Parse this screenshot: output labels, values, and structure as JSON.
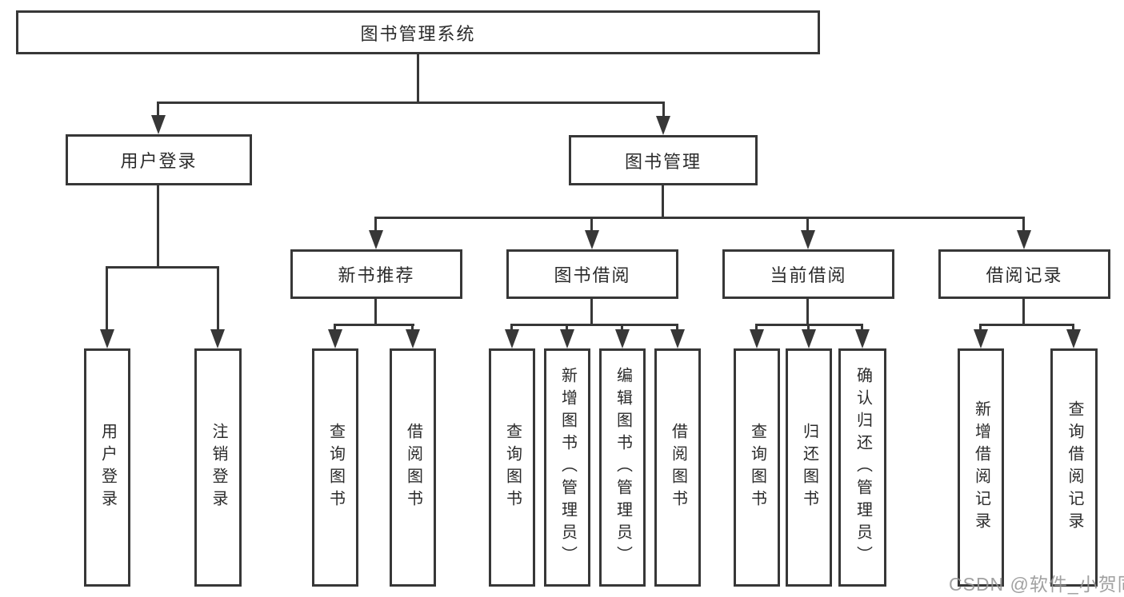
{
  "colors": {
    "line": "#373737",
    "box_border": "#373737",
    "text": "#2b2b2b",
    "watermark": "#949494",
    "background": "#ffffff"
  },
  "chart": {
    "type": "org-tree-diagram",
    "root": "图书管理系统",
    "branches": [
      {
        "label": "用户登录",
        "leaves": [
          "用户登录",
          "注销登录"
        ]
      },
      {
        "label": "图书管理",
        "groups": [
          {
            "label": "新书推荐",
            "leaves": [
              "查询图书",
              "借阅图书"
            ]
          },
          {
            "label": "图书借阅",
            "leaves": [
              "查询图书",
              "新增图书（管理员）",
              "编辑图书（管理员）",
              "借阅图书"
            ]
          },
          {
            "label": "当前借阅",
            "leaves": [
              "查询图书",
              "归还图书",
              "确认归还（管理员）"
            ]
          },
          {
            "label": "借阅记录",
            "leaves": [
              "新增借阅记录",
              "查询借阅记录"
            ]
          }
        ]
      }
    ],
    "watermark": "CSDN @软件_小贺同学"
  }
}
